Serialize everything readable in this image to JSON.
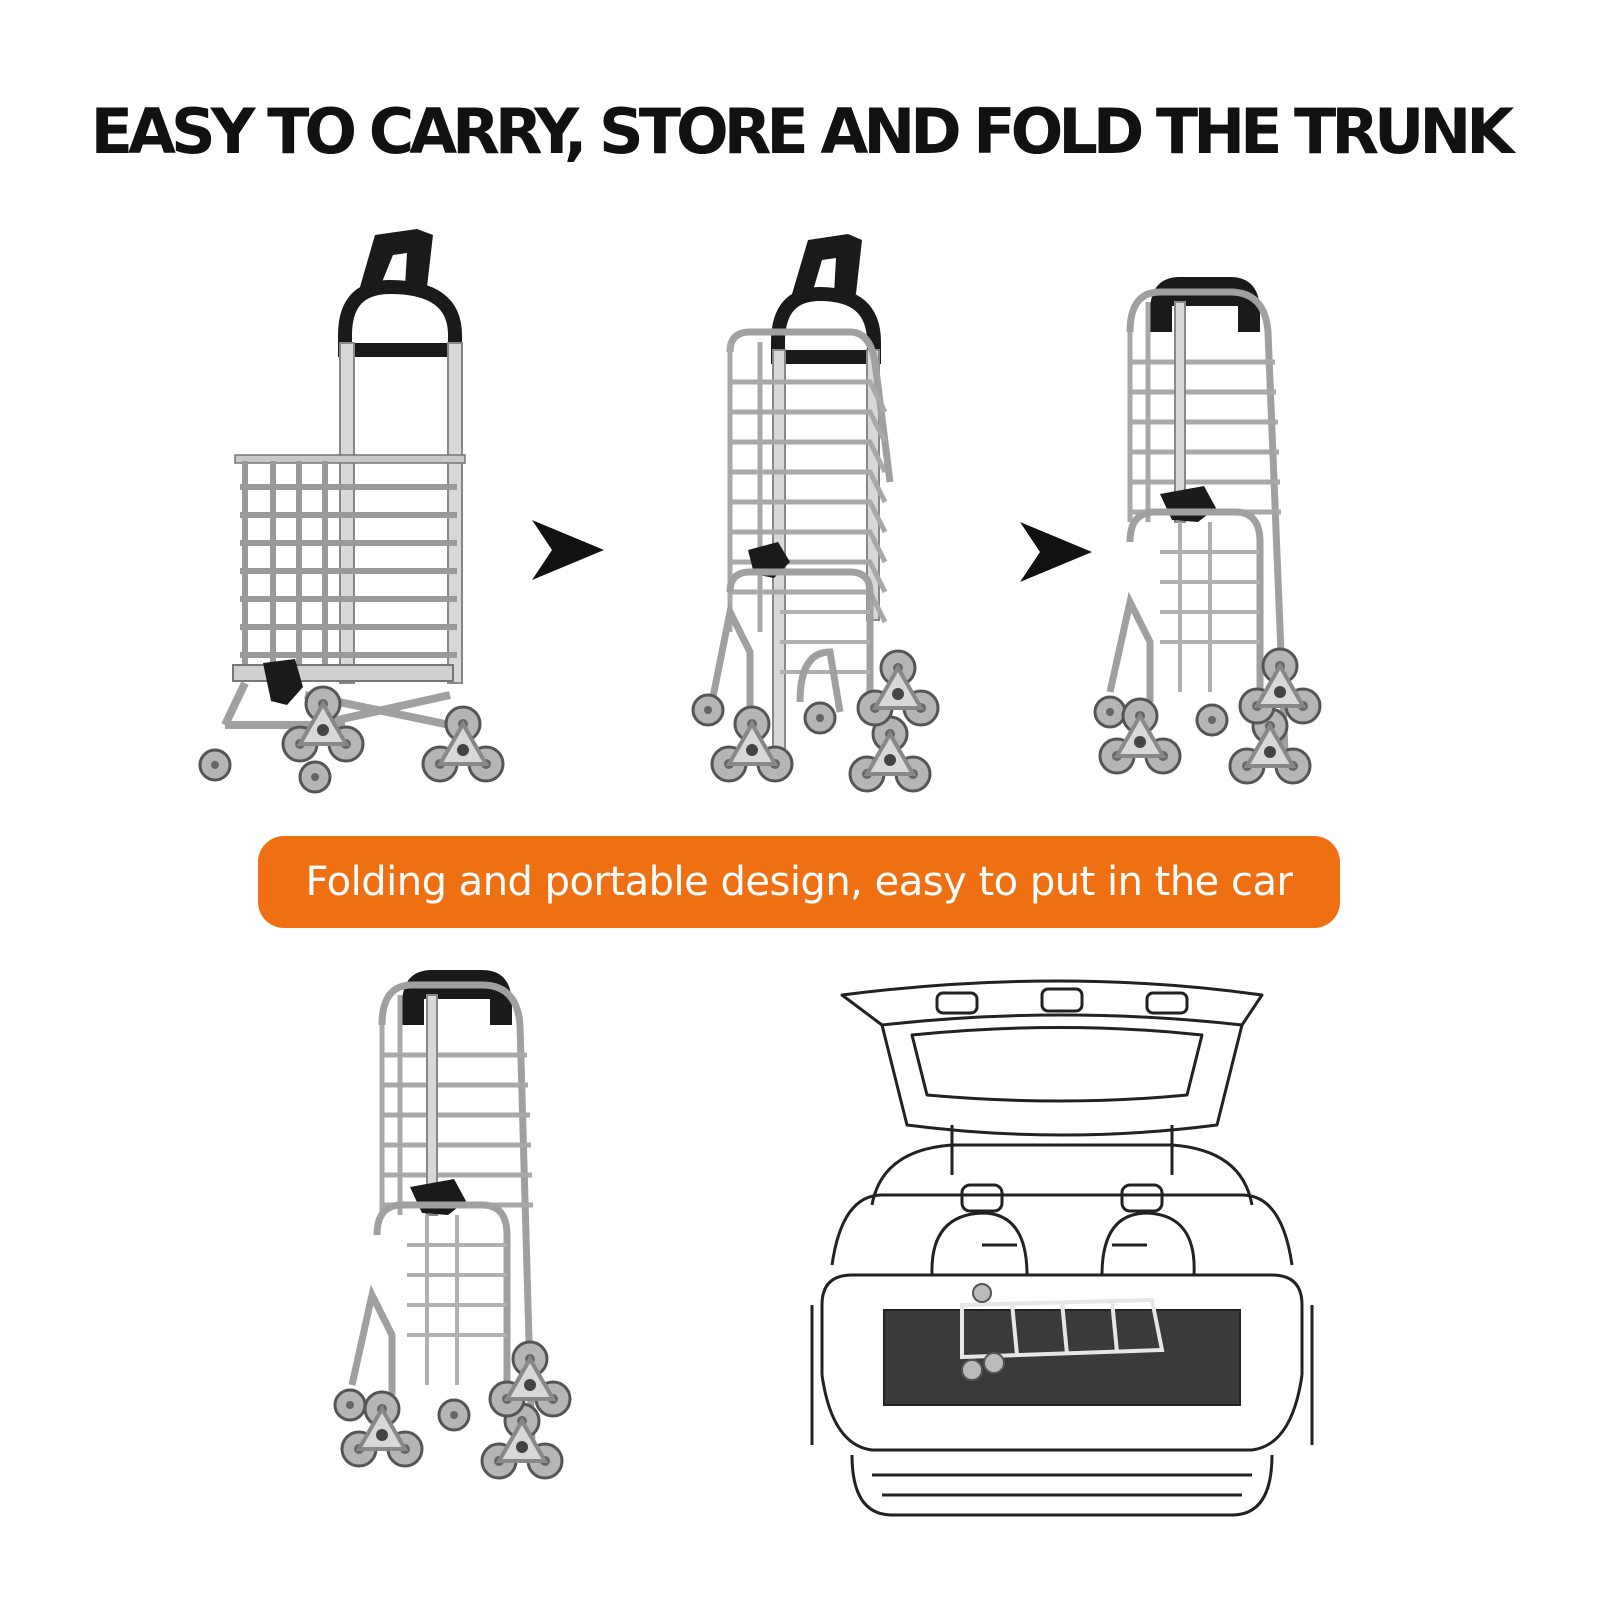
{
  "headline": "EASY TO CARRY, STORE AND FOLD THE TRUNK",
  "banner": {
    "text": "Folding and portable design, easy to put in the car",
    "color": "#ee7012"
  },
  "steps": [
    {
      "illustration": "unfolded-stair-climbing-cart"
    },
    {
      "illustration": "half-folded-cart"
    },
    {
      "illustration": "fully-folded-cart"
    }
  ],
  "arrows": [
    "arrow-right-icon",
    "arrow-right-icon"
  ],
  "bottom": {
    "left": "folded-cart",
    "right": "car-trunk-with-cart"
  },
  "colors": {
    "frame": "#9a9a9a",
    "handle": "#1a1a1a",
    "wheel": "#a8a8a8"
  }
}
